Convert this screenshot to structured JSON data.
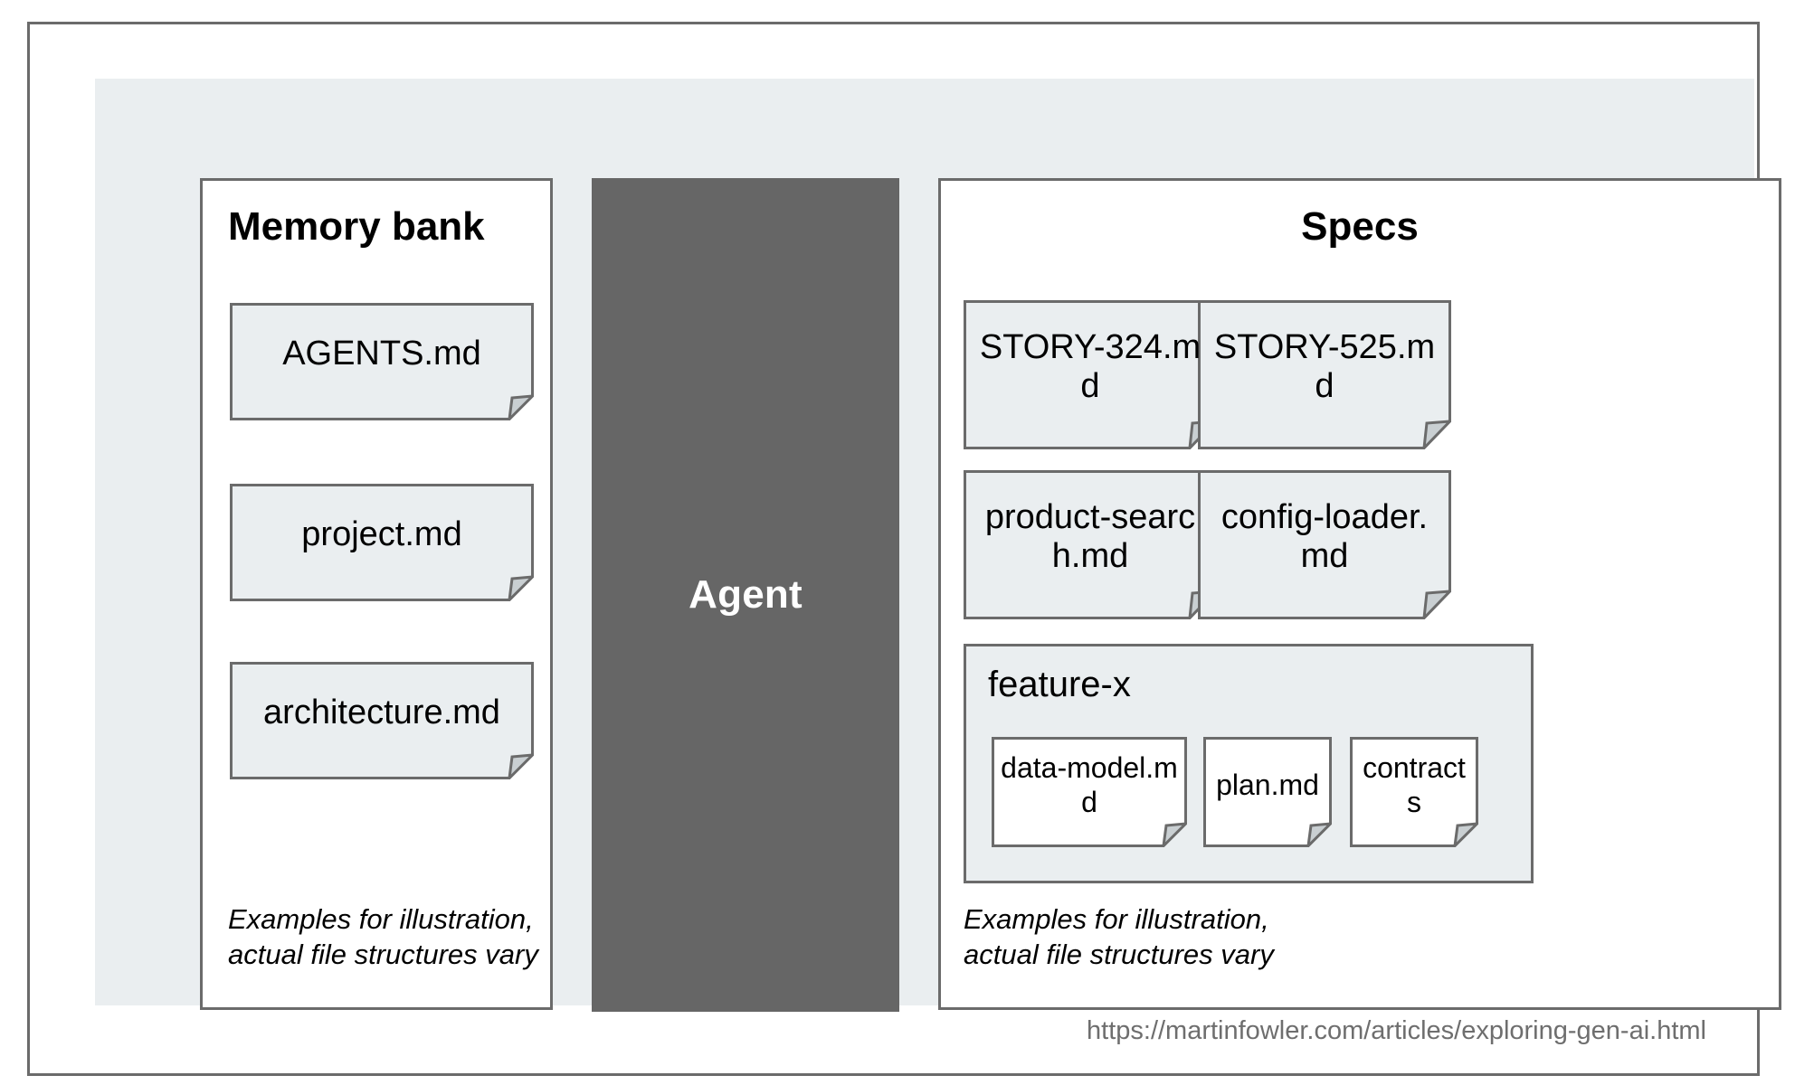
{
  "diagram": {
    "title_memory_bank": "Memory bank",
    "title_agent": "Agent",
    "title_specs": "Specs",
    "caption_memory": "Examples for illustration,\nactual file structures vary",
    "caption_specs": "Examples for illustration,\nactual file structures vary",
    "footer_url": "https://martinfowler.com/articles/exploring-gen-ai.html",
    "colors": {
      "canvas_background": "#eaeef0",
      "panel_background": "#ffffff",
      "agent_background": "#666666",
      "agent_text": "#ffffff",
      "border": "#6b6b6b",
      "card_fill": "#eaeef0",
      "card_fill_nested": "#ffffff",
      "fold_fill": "#c9cfd2",
      "footer_text": "#6e6e6e"
    },
    "memory_bank": {
      "files": [
        {
          "label": "AGENTS.md"
        },
        {
          "label": "project.md"
        },
        {
          "label": "architecture.md"
        }
      ]
    },
    "specs": {
      "files": [
        {
          "label": "STORY-324.md"
        },
        {
          "label": "STORY-525.md"
        },
        {
          "label": "product-search.md"
        },
        {
          "label": "config-loader.md"
        }
      ],
      "group": {
        "label": "feature-x",
        "files": [
          {
            "label": "data-model.md"
          },
          {
            "label": "plan.md"
          },
          {
            "label": "contracts"
          }
        ]
      }
    }
  }
}
